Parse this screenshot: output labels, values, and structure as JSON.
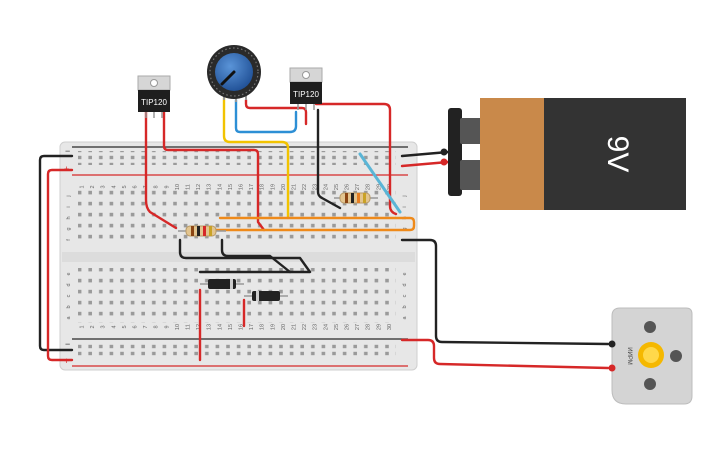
{
  "transistors": [
    {
      "id": "q1",
      "label": "TIP120"
    },
    {
      "id": "q2",
      "label": "TIP120"
    }
  ],
  "battery": {
    "label": "9V",
    "body_color": "#333333",
    "cap_color": "#c9894a"
  },
  "motor": {
    "label": "ИИРМ",
    "body_color": "#d4d4d4"
  },
  "breadboard": {
    "col_numbers": [
      "1",
      "2",
      "3",
      "4",
      "5",
      "6",
      "7",
      "8",
      "9",
      "10",
      "11",
      "12",
      "13",
      "14",
      "15",
      "16",
      "17",
      "18",
      "19",
      "20",
      "21",
      "22",
      "23",
      "24",
      "25",
      "26",
      "27",
      "28",
      "29",
      "30"
    ],
    "rows_top": [
      "j",
      "i",
      "h",
      "g",
      "f"
    ],
    "rows_bottom": [
      "e",
      "d",
      "c",
      "b",
      "a"
    ],
    "rail_plus": "+",
    "rail_minus": "−"
  },
  "colors": {
    "wire_red": "#d62828",
    "wire_black": "#222222",
    "wire_yellow": "#f2c300",
    "wire_blue": "#2d8fd5",
    "wire_orange": "#ef8a1a",
    "wire_lightblue": "#5ab5d6",
    "pot_blue": "#2f6fbf"
  }
}
